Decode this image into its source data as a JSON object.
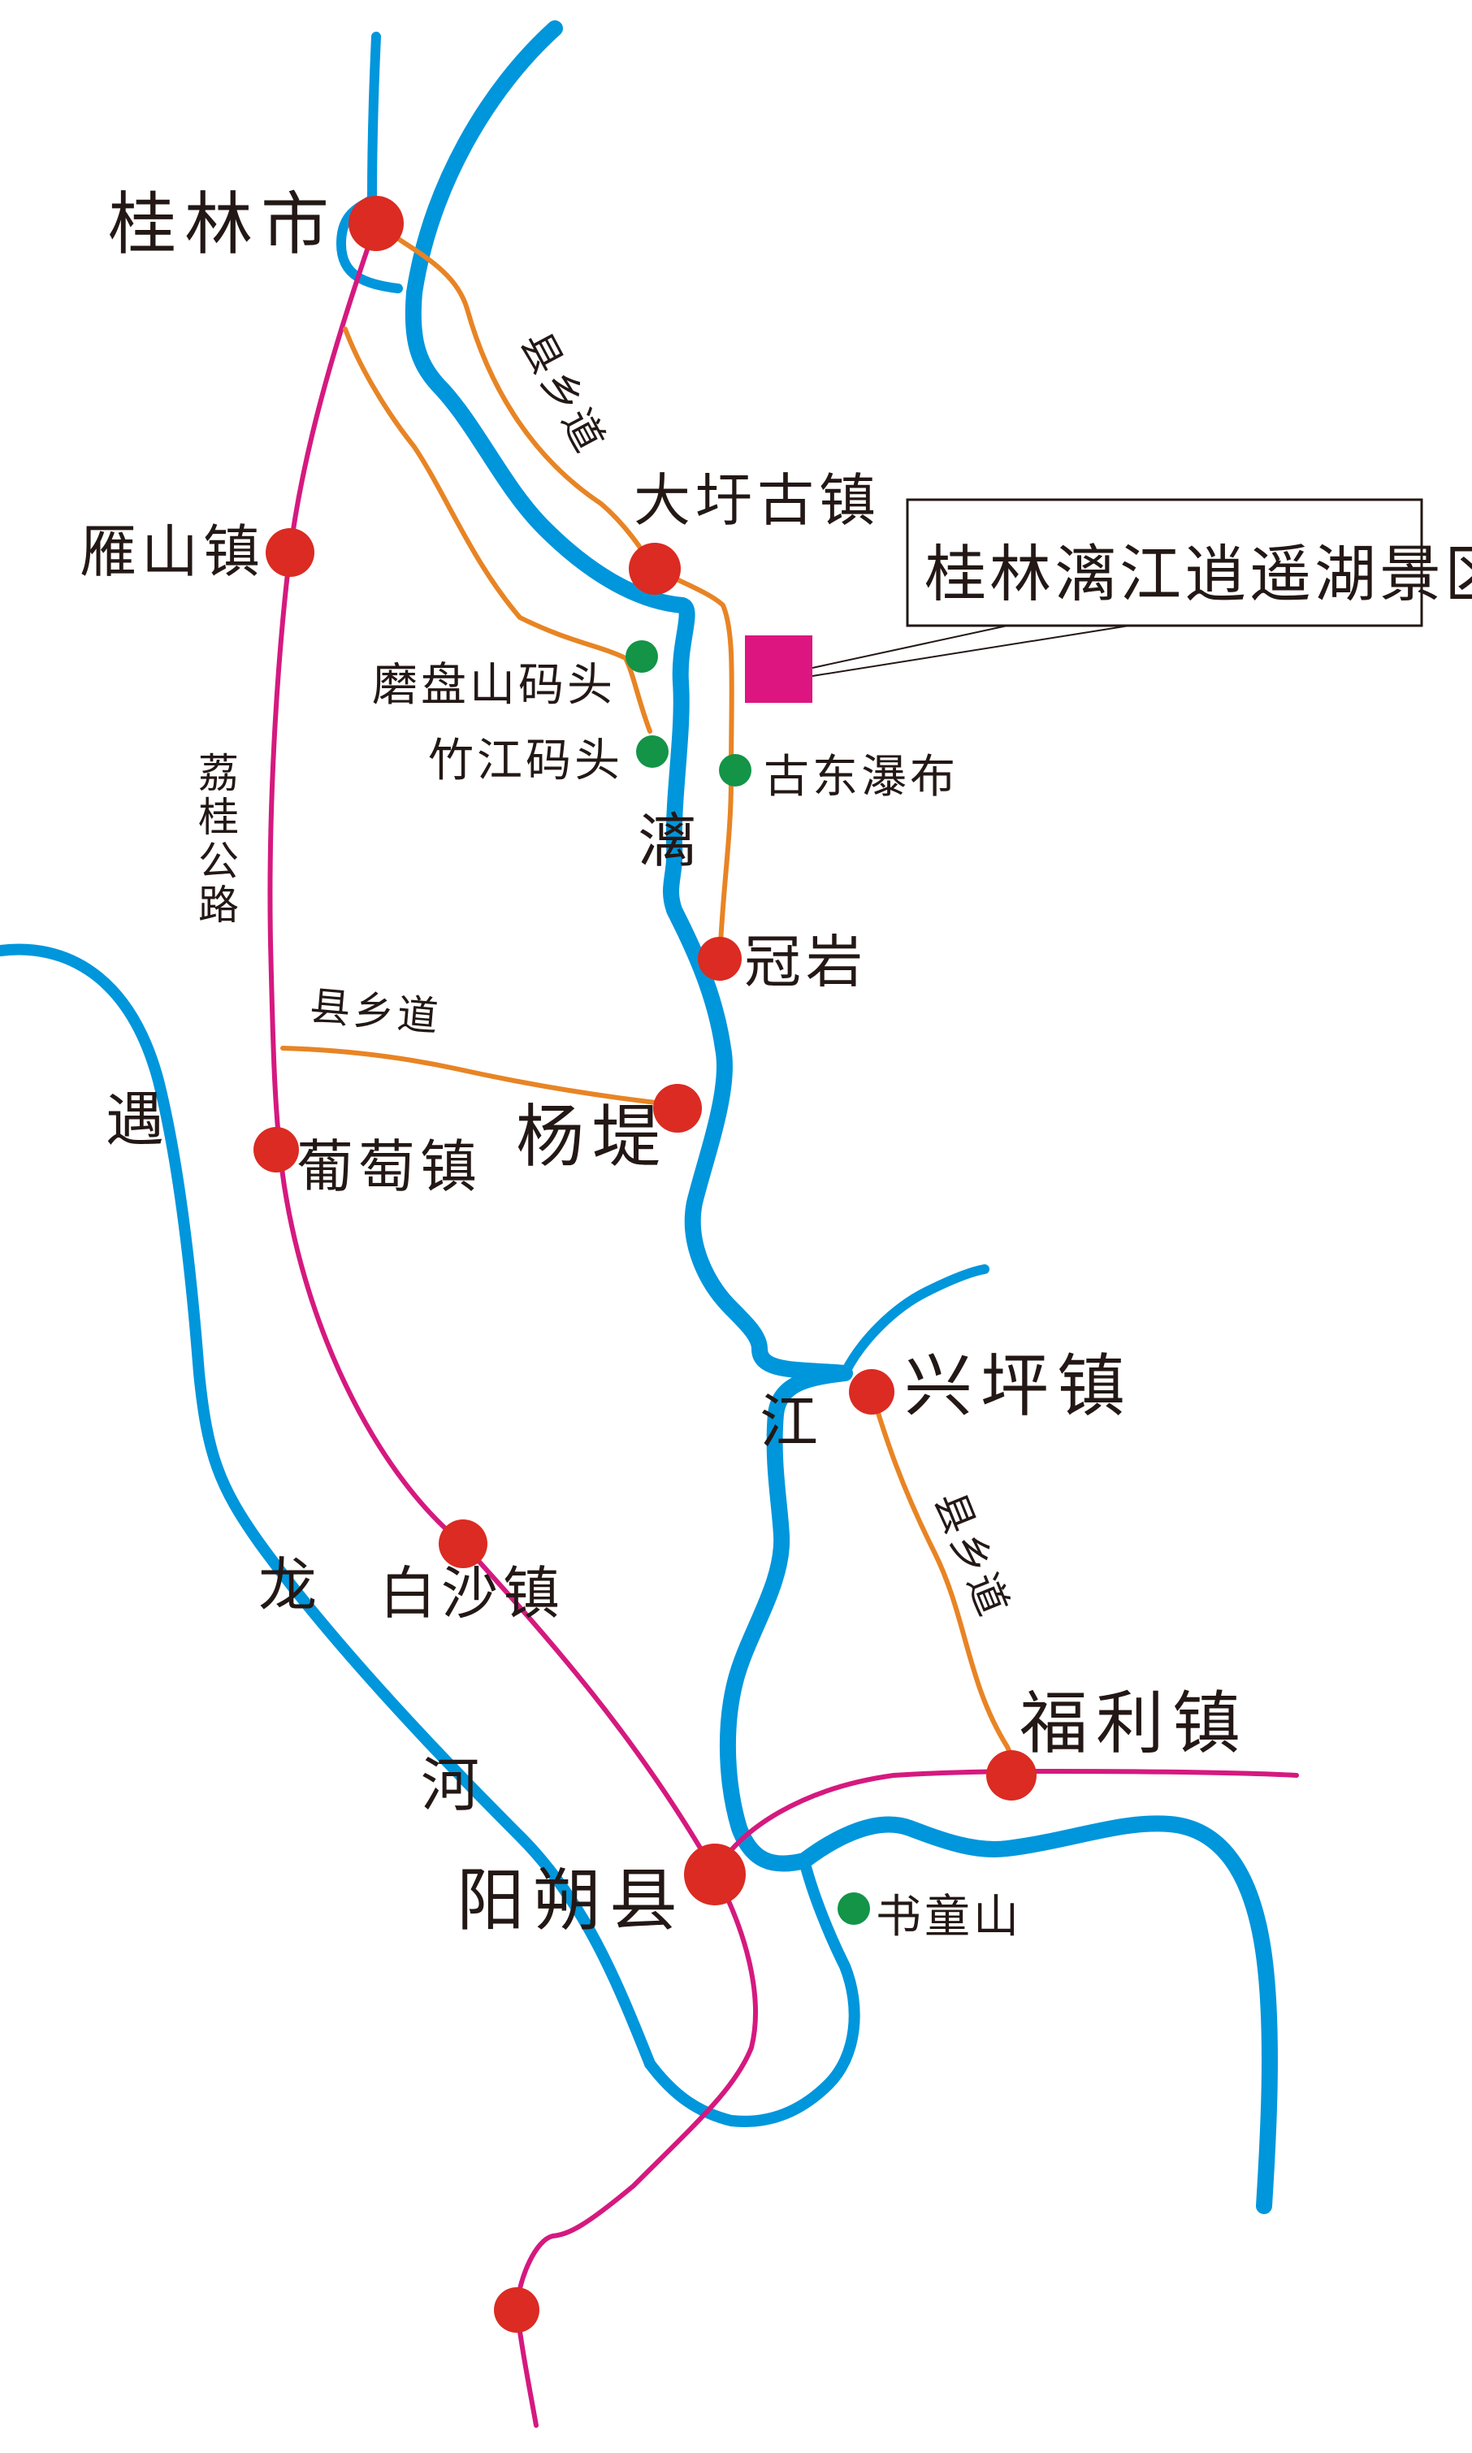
{
  "colors": {
    "river": "#0096dc",
    "highway": "#d5197f",
    "county_road": "#e88424",
    "town_dot": "#db2b22",
    "site_dot": "#139447",
    "scenic_marker": "#dc1580",
    "text": "#231815"
  },
  "places": {
    "guilin": "桂林市",
    "yanshan": "雁山镇",
    "daxu": "大圩古镇",
    "mopanshan": "磨盘山码头",
    "zhujiang": "竹江码头",
    "gudong": "古东瀑布",
    "guanyan": "冠岩",
    "yangdi": "杨堤",
    "putao": "葡萄镇",
    "xingping": "兴坪镇",
    "baisha": "白沙镇",
    "fuli": "福利镇",
    "yangshuo": "阳朔县",
    "shutong": "书童山"
  },
  "roads": {
    "county_road": "县乡道",
    "ligui_road": "荔桂公路"
  },
  "rivers": {
    "lijiang_1": "漓",
    "lijiang_2": "江",
    "yulong_1": "遇",
    "yulong_2": "龙",
    "yulong_3": "河"
  },
  "callout": {
    "title": "桂林漓江逍遥湖景区"
  }
}
